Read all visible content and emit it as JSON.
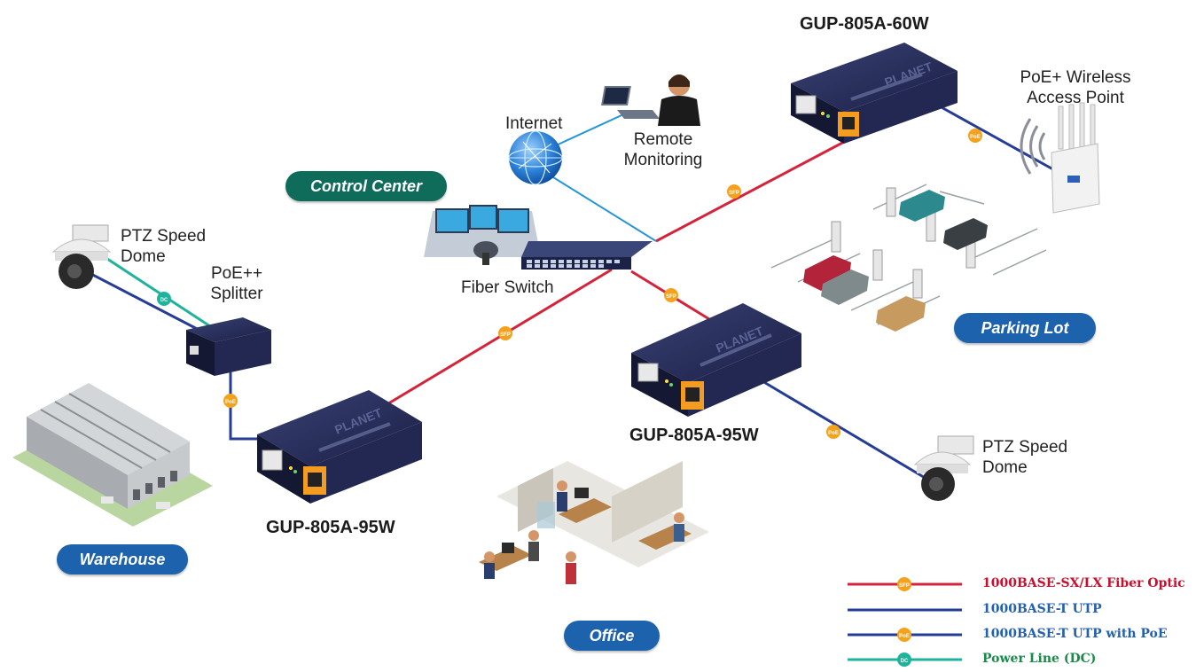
{
  "colors": {
    "fiber": "#d4243b",
    "utp": "#263d96",
    "poe_badge": "#f4a21c",
    "dc_line": "#20b39c",
    "pill_green": "#0f6b5a",
    "pill_blue": "#1d62ad",
    "device_body": "#1c2147"
  },
  "devices": {
    "top": "GUP-805A-60W",
    "middle": "GUP-805A-95W",
    "left": "GUP-805A-95W",
    "brand": "PLANET"
  },
  "labels": {
    "internet": "Internet",
    "remote_monitoring": [
      "Remote",
      "Monitoring"
    ],
    "fiber_switch": "Fiber Switch",
    "ptz_left": [
      "PTZ Speed",
      "Dome"
    ],
    "poe_splitter": [
      "PoE++",
      "Splitter"
    ],
    "ptz_right": [
      "PTZ Speed",
      "Dome"
    ],
    "wireless_ap": [
      "PoE+ Wireless",
      "Access Point"
    ]
  },
  "badges": {
    "fiber": "SFP",
    "poe": "PoE",
    "dc": "DC"
  },
  "zones": {
    "control_center": "Control Center",
    "parking_lot": "Parking Lot",
    "warehouse": "Warehouse",
    "office": "Office"
  },
  "legend": [
    {
      "label": "1000BASE-SX/LX Fiber Optic",
      "kind": "fiber",
      "badge": "SFP",
      "text_color": "#c8102e"
    },
    {
      "label": "1000BASE-T UTP",
      "kind": "utp",
      "badge": "",
      "text_color": "#2260b0"
    },
    {
      "label": "1000BASE-T UTP with PoE",
      "kind": "poe",
      "badge": "PoE",
      "text_color": "#2260b0"
    },
    {
      "label": "Power Line (DC)",
      "kind": "dc",
      "badge": "DC",
      "text_color": "#1a8a4a"
    }
  ]
}
